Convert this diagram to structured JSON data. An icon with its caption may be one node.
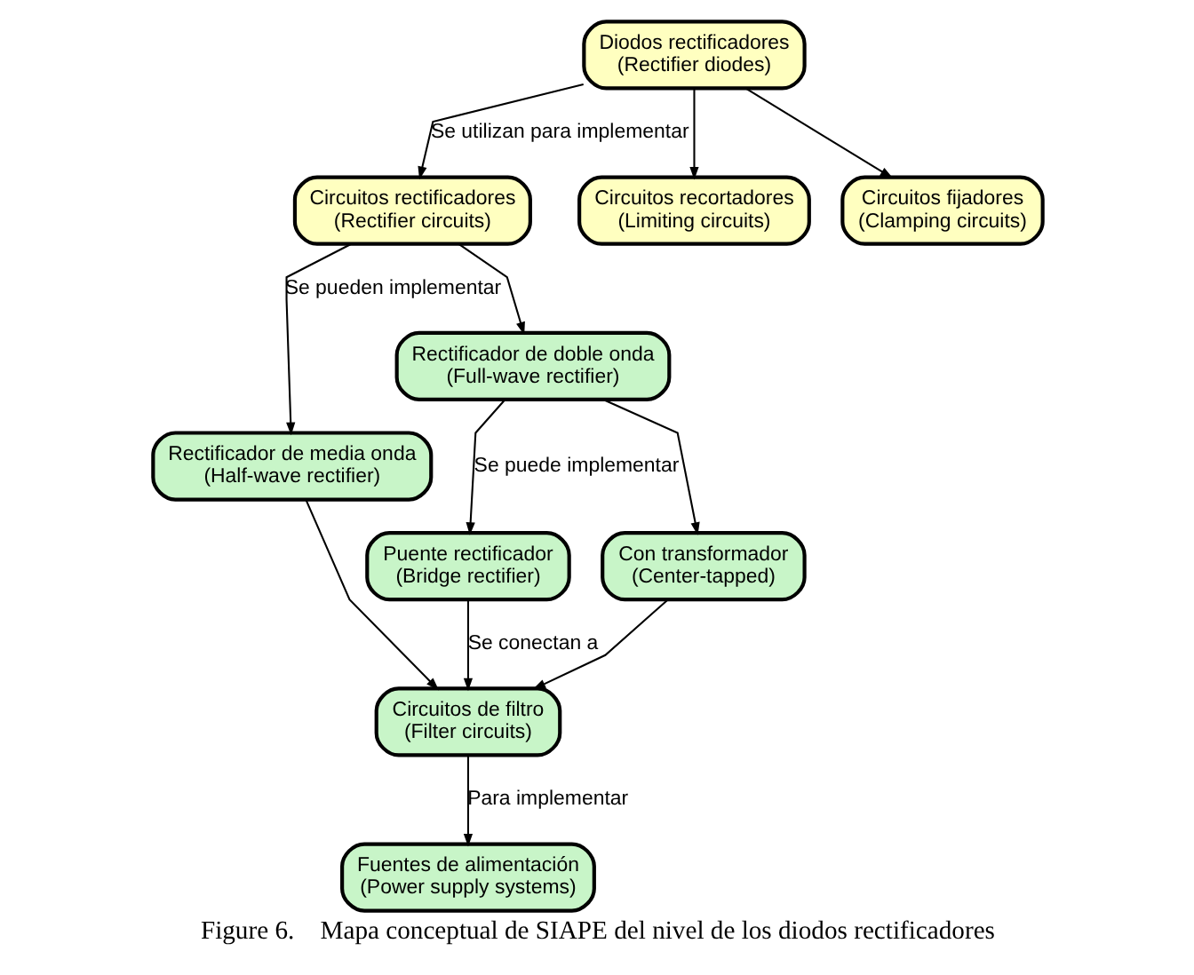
{
  "diagram": {
    "caption": "Figure 6.    Mapa conceptual de SIAPE del nivel de los diodos rectificadores",
    "nodes": [
      {
        "text": [
          "Diodos rectificadores",
          "(Rectifier diodes)"
        ]
      },
      {
        "text": [
          "Circuitos rectificadores",
          "(Rectifier circuits)"
        ]
      },
      {
        "text": [
          "Circuitos recortadores",
          "(Limiting circuits)"
        ]
      },
      {
        "text": [
          "Circuitos fijadores",
          "(Clamping circuits)"
        ]
      },
      {
        "text": [
          "Rectificador de media onda",
          "(Half-wave rectifier)"
        ]
      },
      {
        "text": [
          "Rectificador de doble onda",
          "(Full-wave rectifier)"
        ]
      },
      {
        "text": [
          "Puente rectificador",
          "(Bridge rectifier)"
        ]
      },
      {
        "text": [
          "Con transformador",
          "(Center-tapped)"
        ]
      },
      {
        "text": [
          "Circuitos de filtro",
          "(Filter circuits)"
        ]
      },
      {
        "text": [
          "Fuentes de alimentación",
          "(Power supply systems)"
        ]
      }
    ],
    "edges": [
      {
        "from": 0,
        "to": 1,
        "arrow": "to",
        "label": "Se utilizan para implementar"
      },
      {
        "from": 0,
        "to": 2,
        "arrow": "to"
      },
      {
        "from": 0,
        "to": 3,
        "arrow": "to"
      },
      {
        "from": 1,
        "to": 4,
        "arrow": "to",
        "label": "Se pueden implementar"
      },
      {
        "from": 1,
        "to": 5,
        "arrow": "to"
      },
      {
        "from": 5,
        "to": 6,
        "arrow": "to",
        "label": "Se puede implementar"
      },
      {
        "from": 5,
        "to": 7,
        "arrow": "to"
      },
      {
        "from": 4,
        "to": 8,
        "arrow": "to"
      },
      {
        "from": 6,
        "to": 8,
        "arrow": "to",
        "label": "Se conectan a"
      },
      {
        "from": 7,
        "to": 8,
        "arrow": "to"
      },
      {
        "from": 8,
        "to": 9,
        "arrow": "to",
        "label": "Para implementar"
      }
    ]
  }
}
